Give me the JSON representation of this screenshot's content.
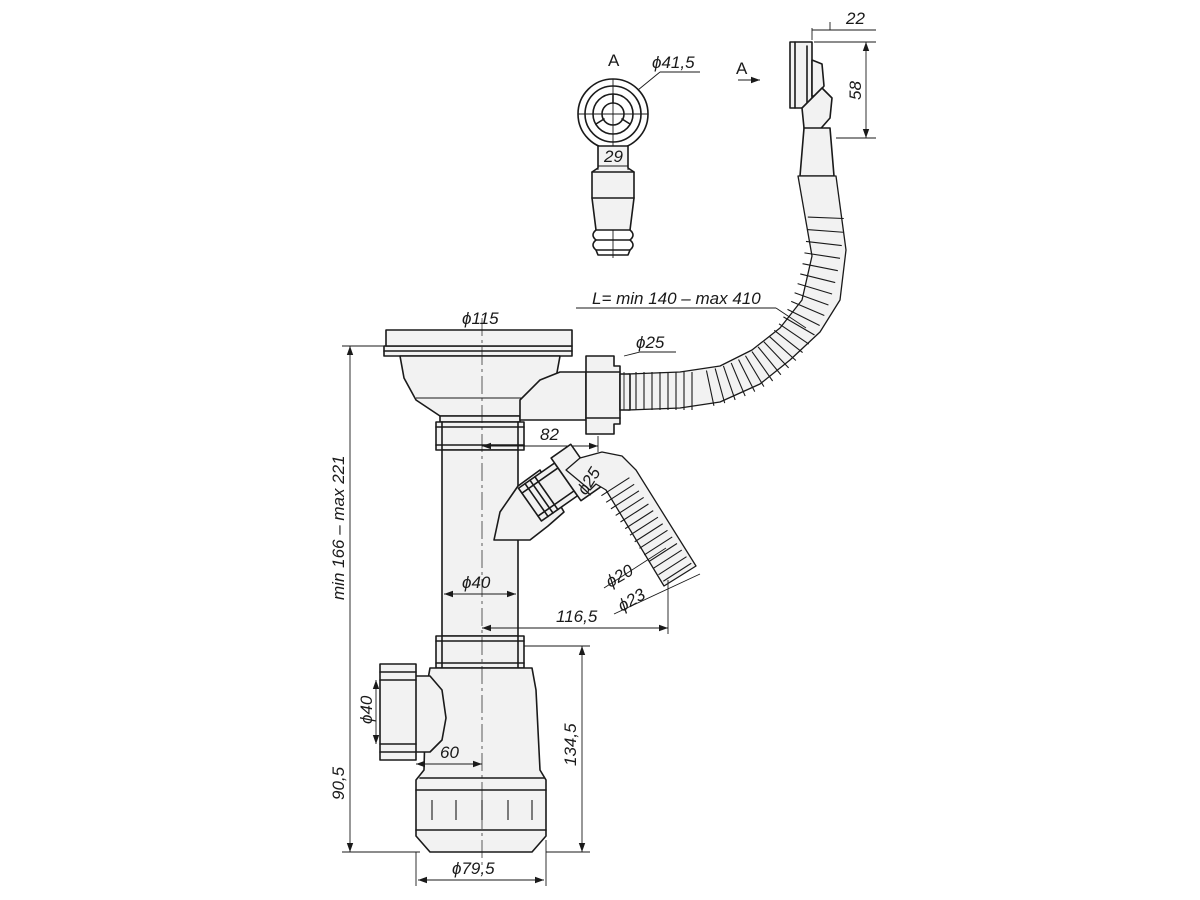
{
  "view_label": "A",
  "arrow_label": "A",
  "labels": {
    "d_top_cap": "ϕ41,5",
    "w_cap": "29",
    "top_offset": "22",
    "top_height": "58",
    "hose_length": "L= min 140 – max 410",
    "d_strainer": "ϕ115",
    "d_overflow": "ϕ25",
    "offset_82": "82",
    "d_side_inlet": "ϕ25",
    "d_hose_inner": "ϕ20",
    "d_hose_outer": "ϕ23",
    "d_pipe": "ϕ40",
    "offset_116": "116,5",
    "height_total": "min 166 – max 221",
    "d_outlet": "ϕ40",
    "outlet_offset": "60",
    "height_134": "134,5",
    "height_90": "90,5",
    "d_bottle": "ϕ79,5"
  }
}
